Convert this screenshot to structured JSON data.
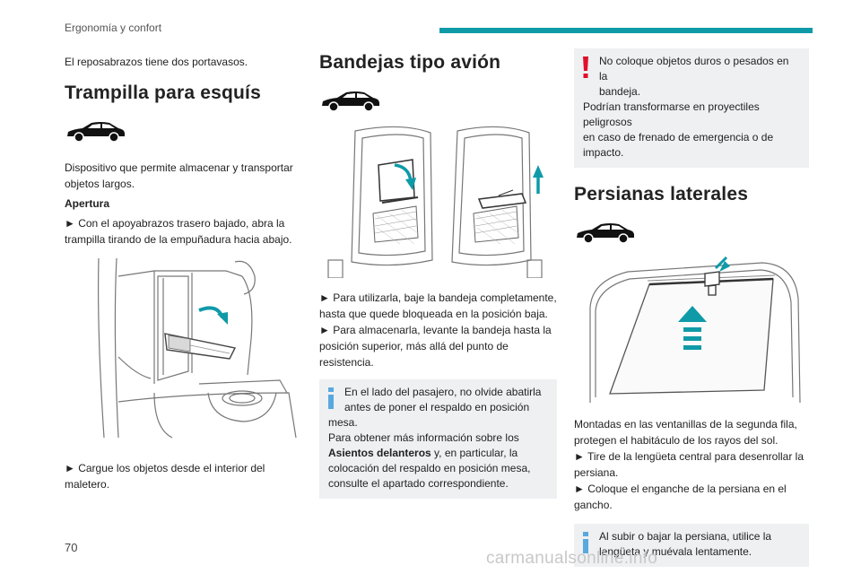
{
  "header": {
    "title": "Ergonomía y confort"
  },
  "colors": {
    "accent": "#0f9aa8",
    "warning": "#e0102a",
    "info": "#5aa9de",
    "notice_bg": "#eef0f2"
  },
  "col1": {
    "intro": "El reposabrazos tiene dos portavasos.",
    "heading": "Trampilla para esquís",
    "desc": "Dispositivo que permite almacenar y transportar objetos largos.",
    "sub": "Apertura",
    "step1": "► Con el apoyabrazos trasero bajado, abra la trampilla tirando de la empuñadura hacia abajo.",
    "step2": "► Cargue los objetos desde el interior del maletero."
  },
  "col2": {
    "heading": "Bandejas tipo avión",
    "step1": "► Para utilizarla, baje la bandeja completamente, hasta que quede bloqueada en la posición baja.",
    "step2": "► Para almacenarla, levante la bandeja hasta la posición superior, más allá del punto de resistencia.",
    "info_l1": "En el lado del pasajero, no olvide abatirla",
    "info_l2": "antes de poner el respaldo en posición",
    "info_l3": "mesa.",
    "info_l4": "Para obtener más información sobre los",
    "info_bold": "Asientos delanteros",
    "info_l5": " y, en particular, la",
    "info_l6": "colocación del respaldo en posición mesa,",
    "info_l7": "consulte el apartado correspondiente."
  },
  "col3": {
    "warn_l1": "No coloque objetos duros o pesados en la",
    "warn_l2": "bandeja.",
    "warn_l3": "Podrían transformarse en proyectiles peligrosos",
    "warn_l4": "en caso de frenado de emergencia o de",
    "warn_l5": "impacto.",
    "heading": "Persianas laterales",
    "desc": "Montadas en las ventanillas de la segunda fila, protegen el habitáculo de los rayos del sol.",
    "step1": "► Tire de la lengüeta central para desenrollar la persiana.",
    "step2": "► Coloque el enganche de la persiana en el gancho.",
    "info_l1": "Al subir o bajar la persiana, utilice la",
    "info_l2": "lengüeta y muévala lentamente."
  },
  "footer": {
    "page_number": "70",
    "watermark": "carmanualsonline.info"
  },
  "icons": {
    "car": "car-silhouette-icon",
    "warning": "exclamation-icon",
    "info": "info-icon"
  }
}
